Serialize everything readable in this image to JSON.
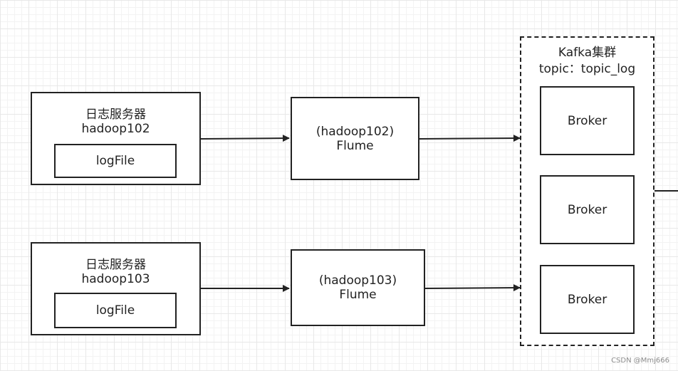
{
  "servers": [
    {
      "title": "日志服务器",
      "host": "hadoop102",
      "file": "logFile"
    },
    {
      "title": "日志服务器",
      "host": "hadoop103",
      "file": "logFile"
    }
  ],
  "flumes": [
    {
      "host": "(hadoop102)",
      "label": "Flume"
    },
    {
      "host": "(hadoop103)",
      "label": "Flume"
    }
  ],
  "kafka": {
    "title": "Kafka集群",
    "topic": "topic：topic_log",
    "brokers": [
      "Broker",
      "Broker",
      "Broker"
    ]
  },
  "watermark": "CSDN @Mmj666"
}
